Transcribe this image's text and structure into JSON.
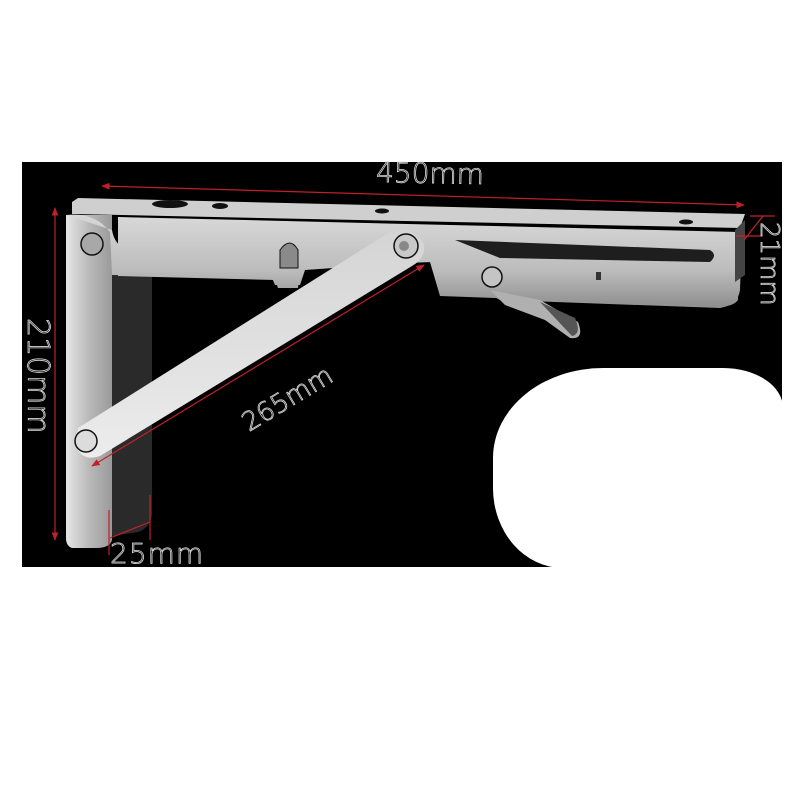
{
  "image": {
    "subject": "folding shelf bracket",
    "background_color": "#000000",
    "page_color": "#ffffff",
    "metal_color": "#bdbdbd",
    "dimension_line_color": "#c0202a",
    "label_color": "#d8d8d8"
  },
  "dimensions": {
    "length": "450mm",
    "height": "210mm",
    "brace": "265mm",
    "profile_depth": "21mm",
    "width": "25mm"
  }
}
